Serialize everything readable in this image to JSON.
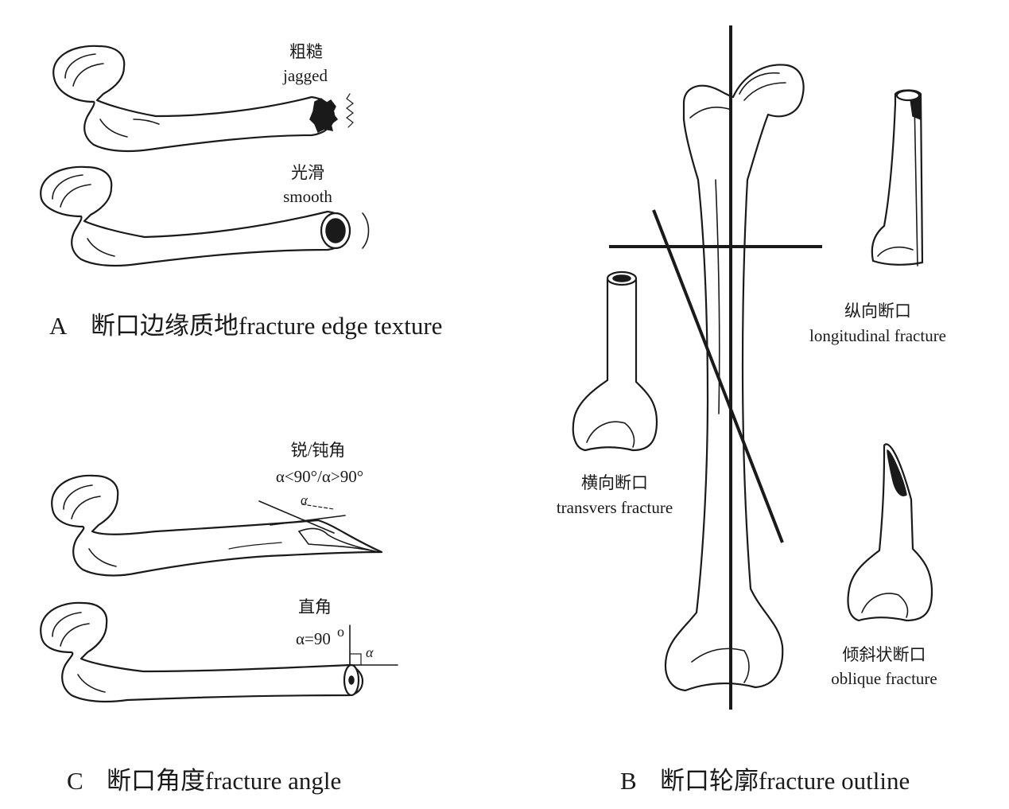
{
  "panel_a": {
    "caption_letter": "A",
    "caption": "断口边缘质地fracture edge texture",
    "jagged_cn": "粗糙",
    "jagged_en": "jagged",
    "smooth_cn": "光滑",
    "smooth_en": "smooth"
  },
  "panel_b": {
    "caption_letter": "B",
    "caption": "断口轮廓fracture outline",
    "longitudinal_cn": "纵向断口",
    "longitudinal_en": "longitudinal fracture",
    "transverse_cn": "横向断口",
    "transverse_en": "transvers fracture",
    "oblique_cn": "倾斜状断口",
    "oblique_en": "oblique fracture"
  },
  "panel_c": {
    "caption_letter": "C",
    "caption": "断口角度fracture angle",
    "acute_cn": "锐/钝角",
    "acute_en": "α<90°/α>90°",
    "alpha_symbol": "α",
    "right_cn": "直角",
    "right_en": "α=90",
    "degree": "o"
  },
  "colors": {
    "ink": "#1a1a1a",
    "background": "#ffffff"
  }
}
